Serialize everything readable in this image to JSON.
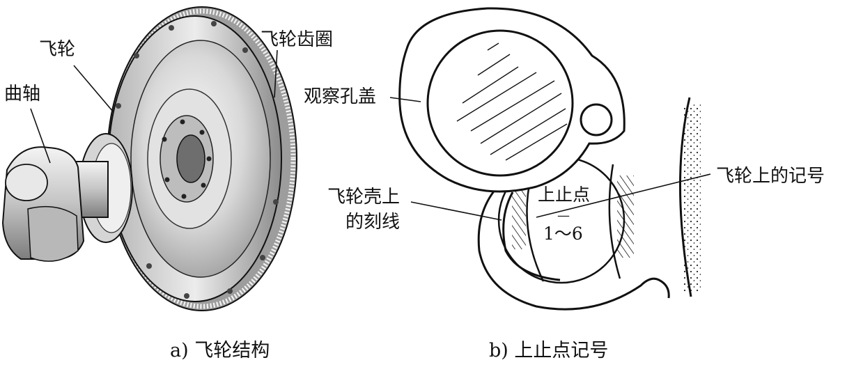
{
  "panel_a": {
    "caption": "a) 飞轮结构",
    "labels": {
      "flywheel": "飞轮",
      "crankshaft": "曲轴",
      "ring_gear": "飞轮齿圈"
    }
  },
  "panel_b": {
    "caption": "b) 上止点记号",
    "labels": {
      "cover": "观察孔盖",
      "housing_line_1": "飞轮壳上",
      "housing_line_2": "的刻线",
      "flywheel_mark": "飞轮上的记号"
    },
    "marking": {
      "tdc": "上止点",
      "dash": "—",
      "cylinders": "1～6"
    }
  },
  "colors": {
    "ink": "#111111",
    "metal_light": "#f2f2f2",
    "metal_mid": "#c9c9c9",
    "metal_dark": "#8a8a8a"
  }
}
